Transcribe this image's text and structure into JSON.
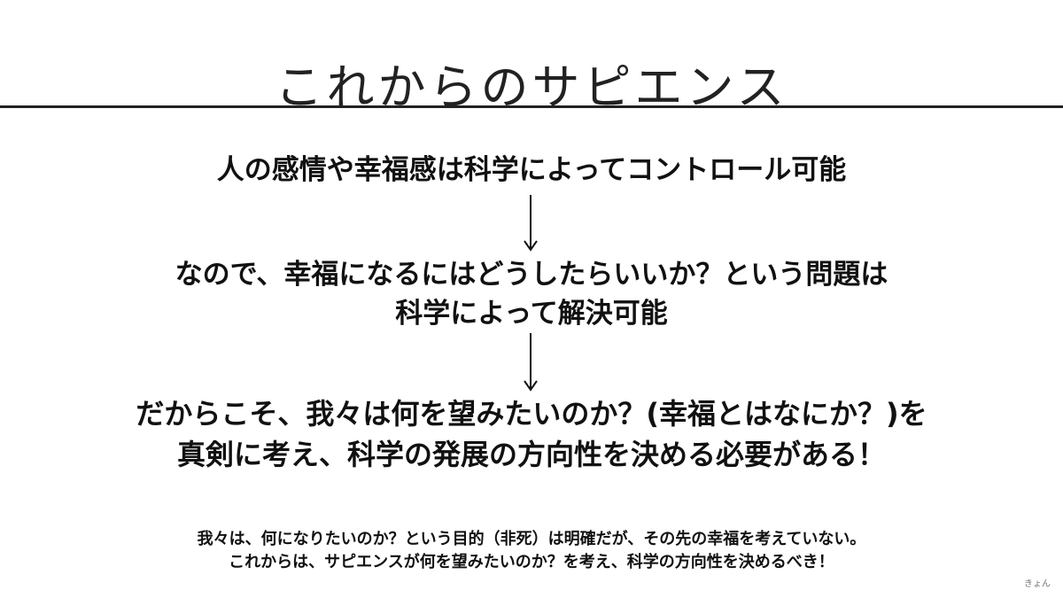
{
  "slide": {
    "title": "これからのサピエンス",
    "step1": {
      "lines": [
        "人の感情や幸福感は科学によってコントロール可能"
      ]
    },
    "step2": {
      "lines": [
        "なので、幸福になるにはどうしたらいいか？という問題は",
        "科学によって解決可能"
      ]
    },
    "step3": {
      "lines": [
        "だからこそ、我々は何を望みたいのか？(幸福とはなにか？)を",
        "真剣に考え、科学の発展の方向性を決める必要がある！"
      ]
    },
    "note": {
      "lines": [
        "我々は、何になりたいのか？という目的（非死）は明確だが、その先の幸福を考えていない。",
        "これからは、サピエンスが何を望みたいのか？を考え、科学の方向性を決めるべき！"
      ]
    },
    "signature": "きょん"
  },
  "colors": {
    "text": "#111111",
    "rule": "#222222",
    "background": "#ffffff"
  },
  "icons": {
    "flow_arrow": "arrow-down-icon"
  }
}
